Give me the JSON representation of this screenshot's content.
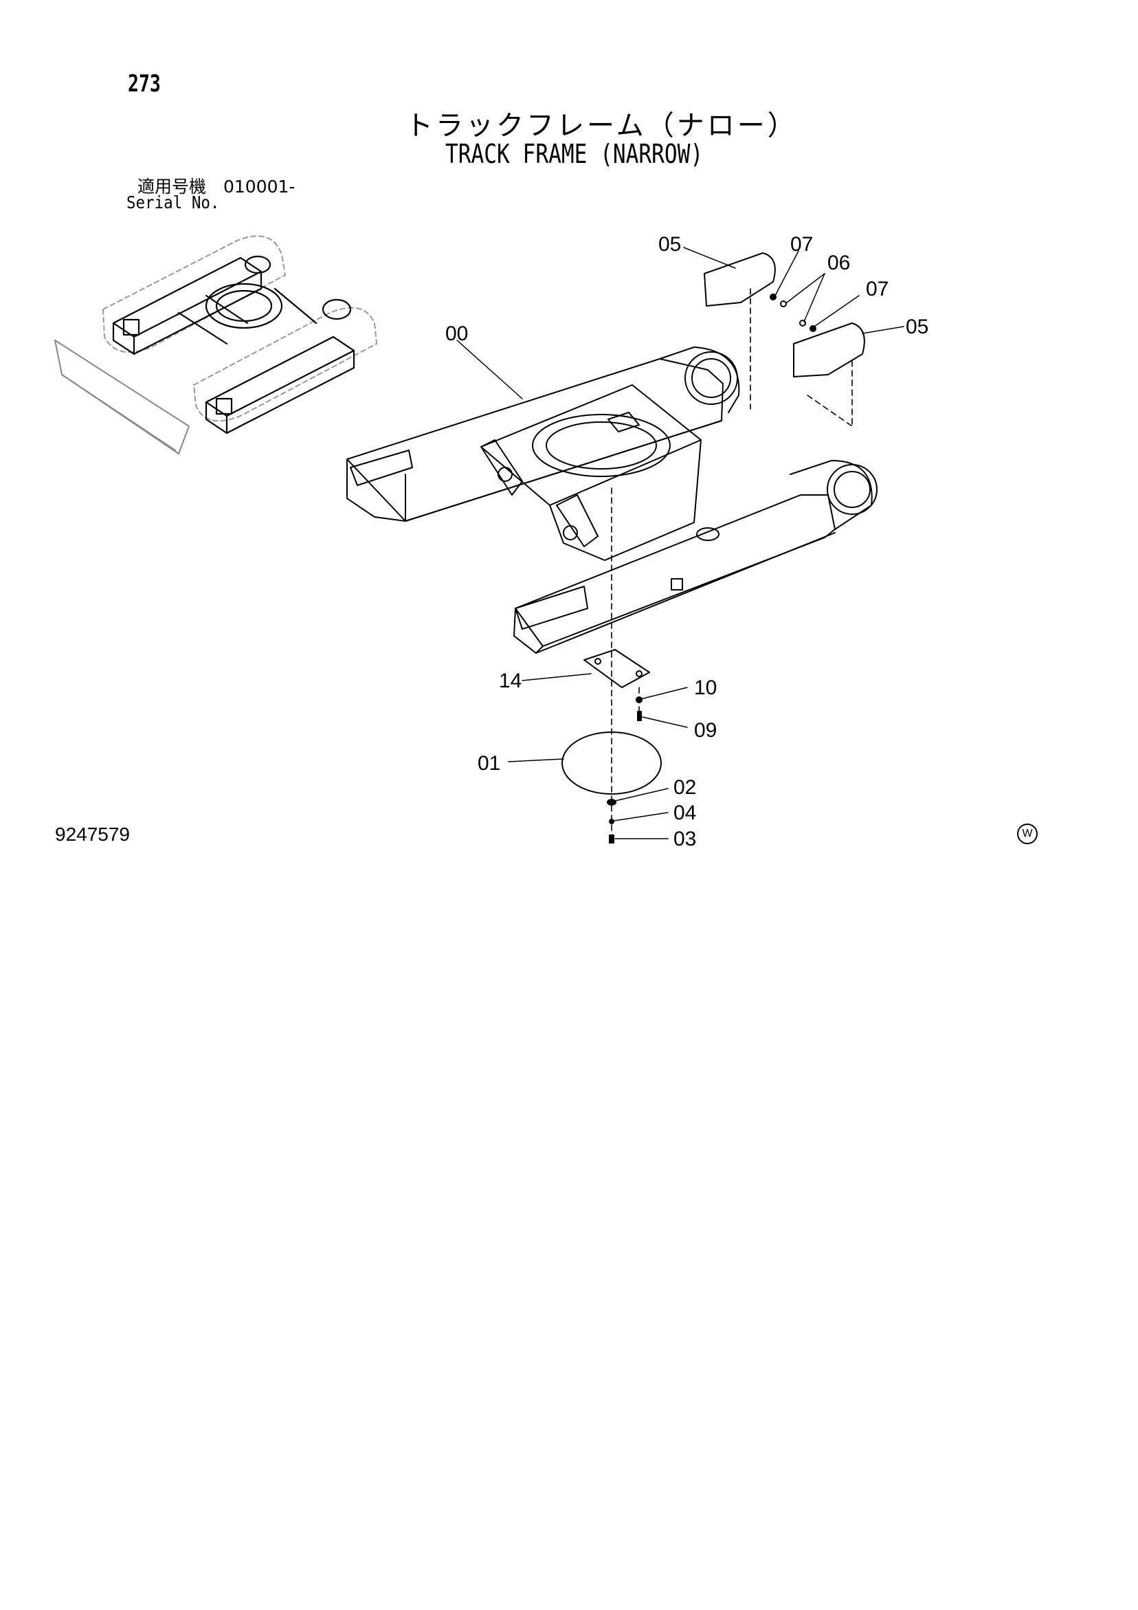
{
  "page_number": "273",
  "title_jp": "トラックフレーム（ナロー）",
  "title_en": "TRACK FRAME (NARROW)",
  "serial": {
    "label_jp": "適用号機　010001-",
    "label_en": "Serial No."
  },
  "diagram_id": "9247579",
  "mark": "W",
  "callouts": {
    "c00": "00",
    "c01": "01",
    "c02": "02",
    "c03": "03",
    "c04": "04",
    "c05a": "05",
    "c05b": "05",
    "c06": "06",
    "c07a": "07",
    "c07b": "07",
    "c09": "09",
    "c10": "10",
    "c14": "14"
  }
}
